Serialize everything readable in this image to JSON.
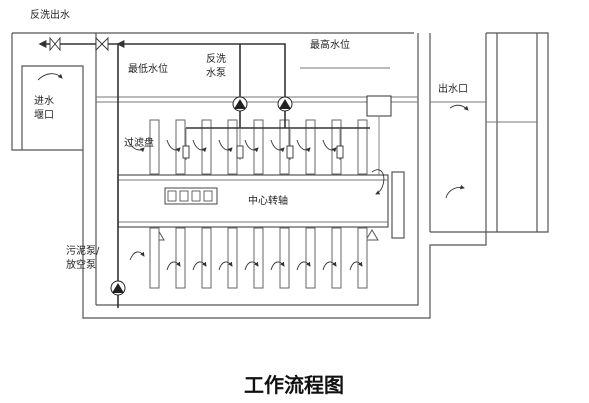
{
  "labels": {
    "backwash_out": "反洗出水",
    "min_level": "最低水位",
    "backwash_pump_line1": "反洗",
    "backwash_pump_line2": "水泵",
    "max_level": "最高水位",
    "outlet": "出水口",
    "inlet_line1": "进水",
    "inlet_line2": "堰口",
    "filter_disc": "过滤盘",
    "central_shaft": "中心转轴",
    "sludge_pump_line1": "污泥泵/",
    "sludge_pump_line2": "放空泵"
  },
  "caption": "工作流程图"
}
